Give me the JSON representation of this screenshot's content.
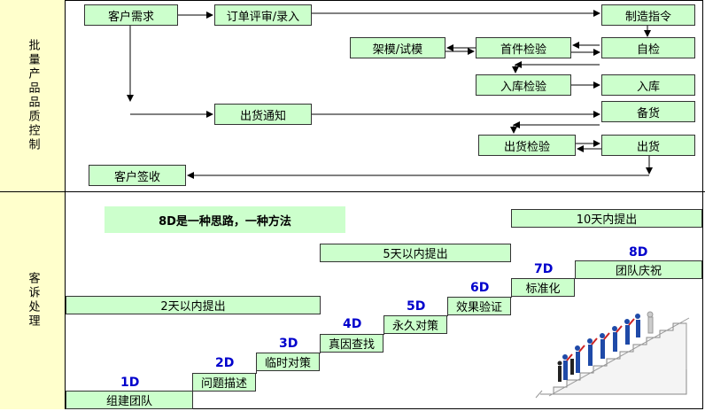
{
  "sections": {
    "top_label": "批量产品品质控制",
    "bottom_label": "客诉处理"
  },
  "flow": {
    "customer_need": "客户需求",
    "order_review": "订单评审/录入",
    "manufacture_order": "制造指令",
    "fixture_trial": "架模/试模",
    "first_article": "首件检验",
    "self_check": "自检",
    "warehouse_inspect": "入库检验",
    "warehouse_in": "入库",
    "ship_notice": "出货通知",
    "prepare_goods": "备货",
    "ship_inspect": "出货检验",
    "ship": "出货",
    "customer_sign": "客户签收"
  },
  "eight_d": {
    "tagline": "8D是一种思路，一种方法",
    "steps": [
      {
        "label": "1D",
        "name": "组建团队"
      },
      {
        "label": "2D",
        "name": "问题描述"
      },
      {
        "label": "3D",
        "name": "临时对策"
      },
      {
        "label": "4D",
        "name": "真因查找"
      },
      {
        "label": "5D",
        "name": "永久对策"
      },
      {
        "label": "6D",
        "name": "效果验证"
      },
      {
        "label": "7D",
        "name": "标准化"
      },
      {
        "label": "8D",
        "name": "团队庆祝"
      }
    ],
    "deadlines": {
      "two_days": "2天以内提出",
      "five_days": "5天以内提出",
      "ten_days": "10天内提出"
    }
  }
}
